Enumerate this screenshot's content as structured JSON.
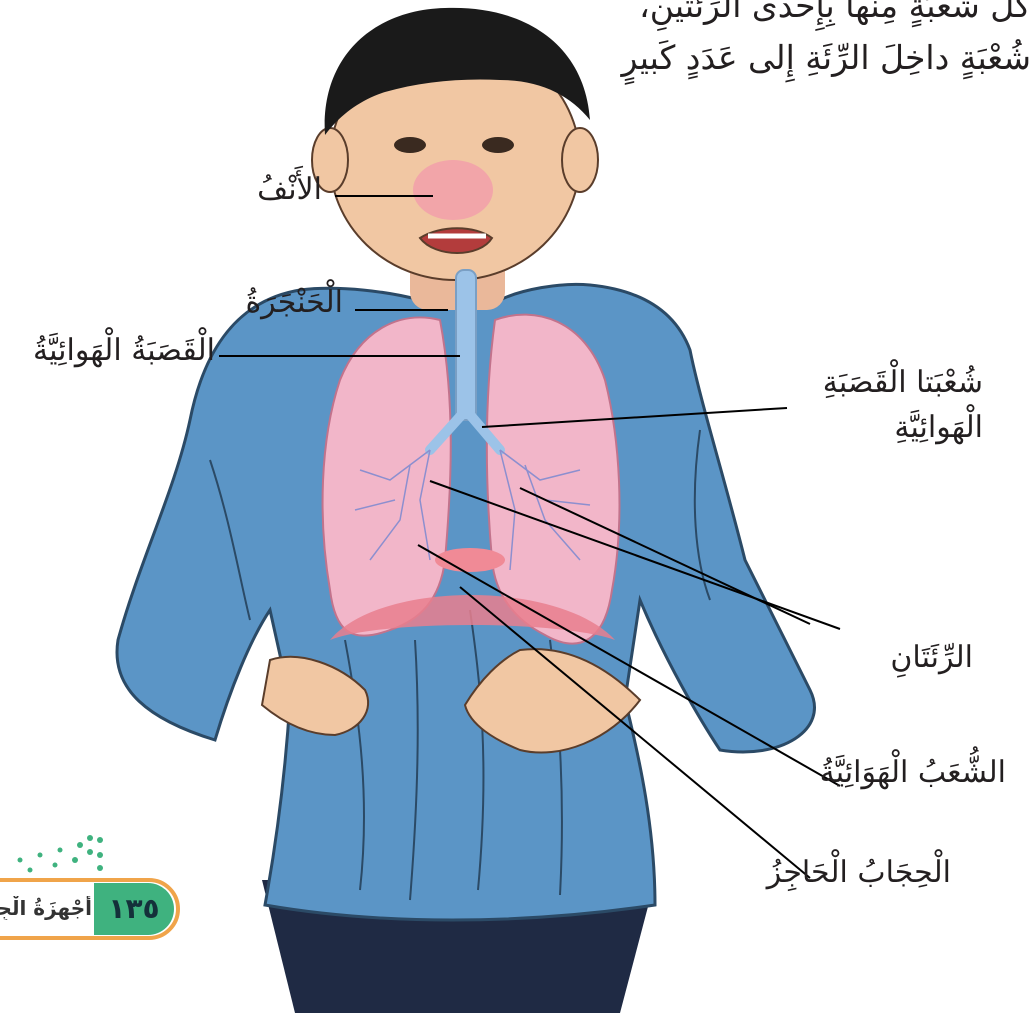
{
  "intro_text": {
    "line1": "كُلُّ شُعْبَةٍ مِنْها بِإِحْدى الرِّئَتَيْنِ،",
    "line2": "شُعْبَةٍ داخِلَ الرِّئَةِ إِلى عَدَدٍ كَبيرٍ"
  },
  "labels": {
    "nose": "الأَنْفُ",
    "larynx": "الْحَنْجَرَةُ",
    "trachea": "الْقَصَبَةُ الْهَوائِيَّةُ",
    "bronchi_line1": "شُعْبَتا الْقَصَبَةِ",
    "bronchi_line2": "الْهَوائِيَّةِ",
    "lungs": "الرِّئَتَانِ",
    "bronchioles": "الشُّعَبُ الْهَوَائِيَّةُ",
    "diaphragm": "الْحِجَابُ الْحَاجِزُ"
  },
  "footer": {
    "page_number": "١٣٥",
    "chapter_title": "أَجْهِزَةُ الْجِسْمِ"
  },
  "colors": {
    "shirt": "#5b95c6",
    "lung": "#f2b6c9",
    "skin": "#f1c7a3",
    "hair": "#1a1a1a",
    "badge_green": "#3fb27f",
    "badge_orange": "#f0a44a"
  }
}
